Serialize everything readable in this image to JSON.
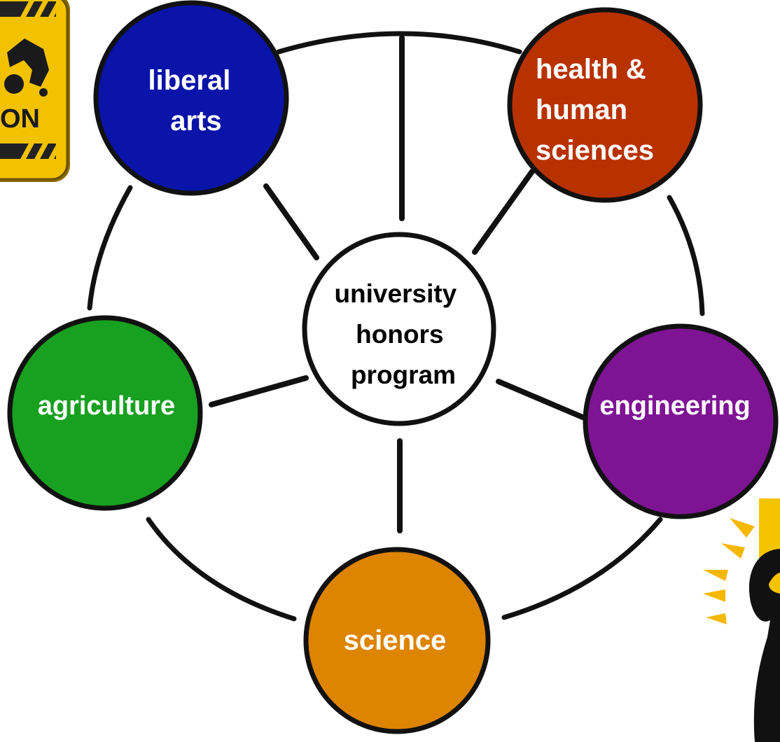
{
  "hub": {
    "lines": [
      "university",
      "honors",
      "program"
    ],
    "fill": "#ffffff"
  },
  "nodes": [
    {
      "id": "liberal-arts",
      "lines": [
        "liberal",
        "arts"
      ],
      "fill": "#0a14a8"
    },
    {
      "id": "health-human-sciences",
      "lines": [
        "health &",
        "human",
        "sciences"
      ],
      "fill": "#b83200"
    },
    {
      "id": "agriculture",
      "lines": [
        "agriculture"
      ],
      "fill": "#18a020"
    },
    {
      "id": "engineering",
      "lines": [
        "engineering"
      ],
      "fill": "#7e1494"
    },
    {
      "id": "science",
      "lines": [
        "science"
      ],
      "fill": "#dd8400"
    }
  ],
  "decor": {
    "sign_text": "ON",
    "sign_color": "#f2c200",
    "burst_color": "#f5b800"
  }
}
